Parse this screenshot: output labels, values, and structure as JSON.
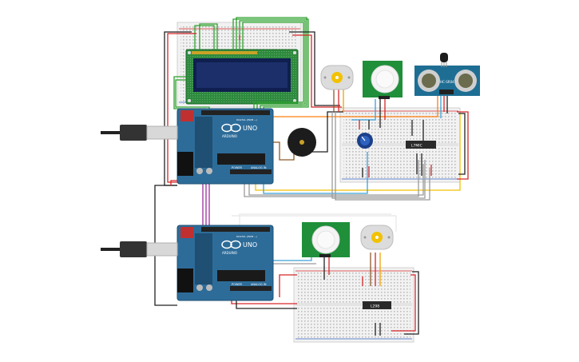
{
  "board_labels": {
    "uno_top": "UNO",
    "uno_bottom": "UNO",
    "arduino_top": "ARDUINO",
    "arduino_bottom": "ARDUINO",
    "power_top": "POWER",
    "analog_top": "ANALOG IN",
    "power_bottom": "POWER",
    "analog_bottom": "ANALOG IN",
    "digital_top": "DIGITAL (PWM ~)",
    "digital_bottom": "DIGITAL (PWM ~)"
  },
  "chip_labels": {
    "regulator_top": "L7MIC",
    "regulator_bottom": "L298"
  },
  "sensor_labels": {
    "ultrasonic": "HC-SR04"
  },
  "colors": {
    "board": "#2d6c99",
    "board_dark": "#1f4f73",
    "breadboard": "#f2f2f2",
    "lcd_pcb": "#2e8b3e",
    "lcd_screen": "#1c2f6b",
    "pir_pcb": "#1f8f3a",
    "ultrasonic_pcb": "#1e6e94",
    "wire_red": "#d62728",
    "wire_black": "#222222",
    "wire_green": "#2ca02c",
    "wire_orange": "#ff7f0e",
    "wire_yellow": "#f2c200",
    "wire_blue": "#3aa0d8",
    "wire_purple": "#9b2f9b",
    "wire_brown": "#8b5a2b",
    "wire_gray": "#9a9a9a"
  }
}
